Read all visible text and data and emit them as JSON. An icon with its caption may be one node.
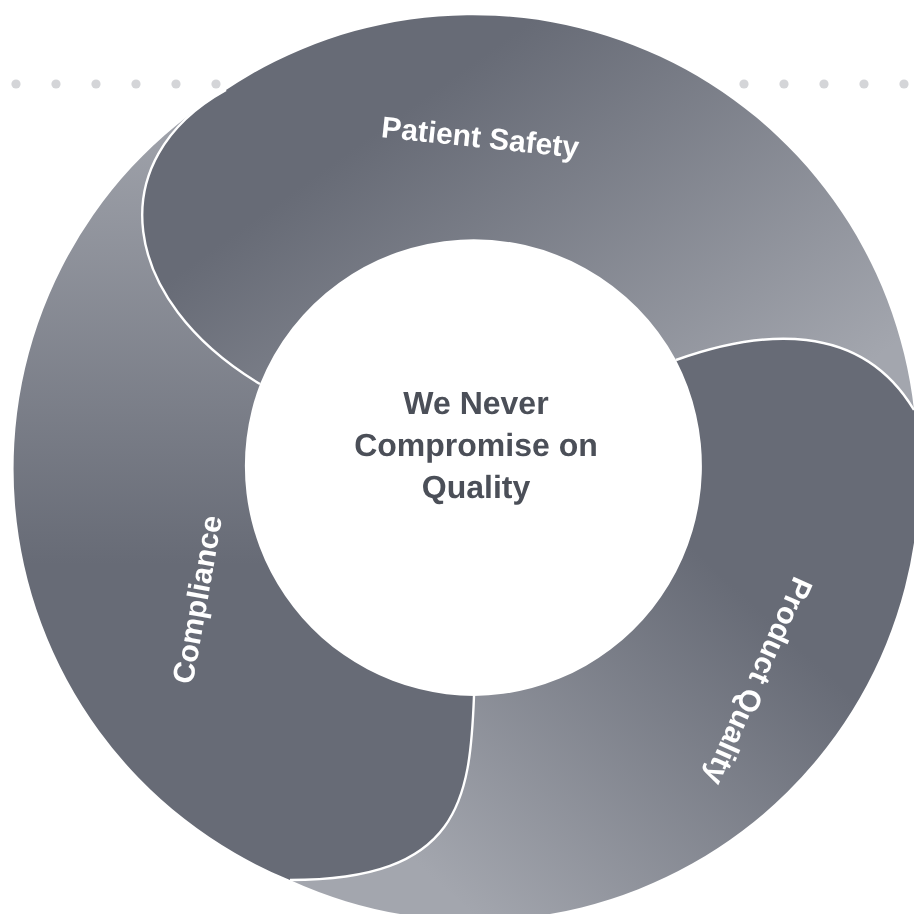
{
  "diagram": {
    "nodes": [
      {
        "text": [
          "We Never Compromise on Quality"
        ]
      },
      {
        "text": [
          "Patient Safety"
        ]
      },
      {
        "text": [
          "Product Quality"
        ]
      },
      {
        "text": [
          "Compliance"
        ]
      }
    ]
  }
}
